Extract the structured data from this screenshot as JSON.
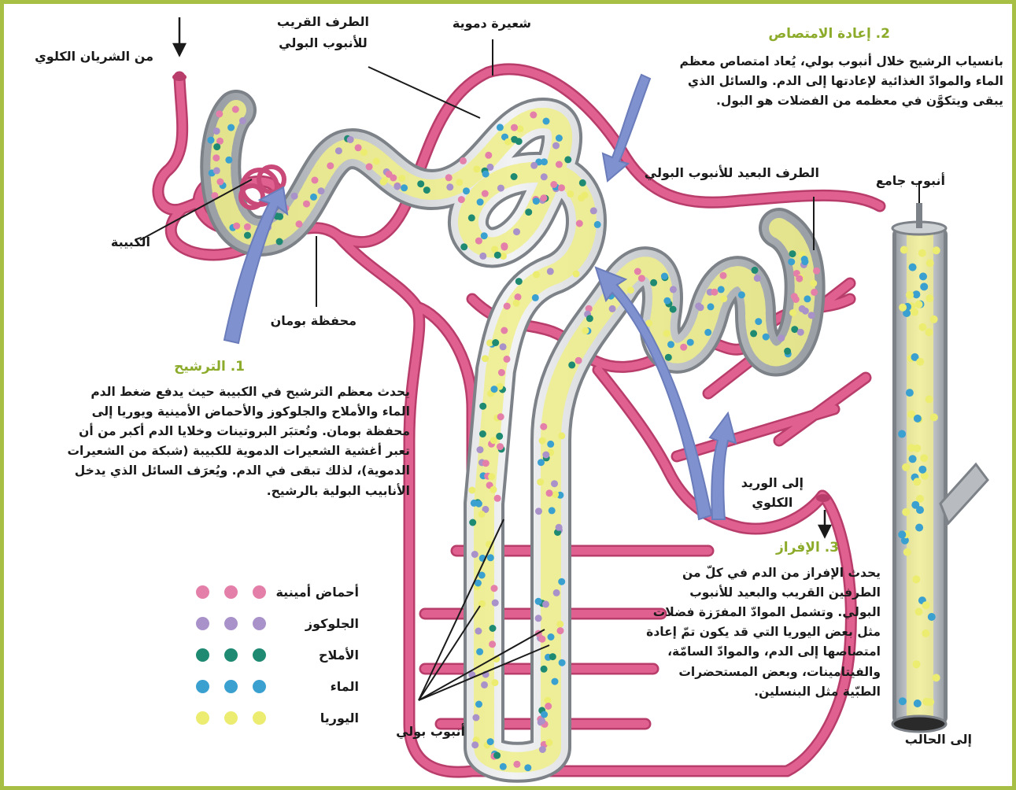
{
  "labels": {
    "renal_artery": "من الشريان الكلوي",
    "proximal_tubule_line1": "الطرف القريب",
    "proximal_tubule_line2": "للأنبوب البولي",
    "capillary": "شعيرة دموية",
    "glomerulus": "الكبيبة",
    "bowman": "محفظة بومان",
    "distal_tubule": "الطرف البعيد للأنبوب البولي",
    "collecting_duct": "أنبوب جامع",
    "renal_vein_line1": "إلى الوريد",
    "renal_vein_line2": "الكلوي",
    "ureter": "إلى الحالب",
    "nephron": "أنبوب بولي"
  },
  "filtration": {
    "heading": "1. الترشيح",
    "lines": [
      "يحدث معظم الترشيح في الكبيبة حيث يدفع ضغط الدم",
      "الماء والأملاح والجلوكوز والأحماض الأمينية ويوريا إلى",
      "محفظة بومان. وتُعتبَر البروتينات وخلايا الدم أكبر من أن",
      "تعبر أغشية الشعيرات الدموية للكبيبة (شبكة من الشعيرات",
      "الدموية)، لذلك تبقى في الدم. ويُعرَف السائل الذي يدخل",
      "الأنابيب البولية بالرشيح."
    ]
  },
  "reabsorption": {
    "heading": "2. إعادة الامتصاص",
    "lines": [
      "بانسياب الرشيح خلال أنبوب بولي، يُعاد امتصاص معظم",
      "الماء والموادّ الغذائية لإعادتها إلى الدم. والسائل الذي",
      "يبقى ويتكوَّن في معظمه من الفضلات هو البول."
    ]
  },
  "secretion": {
    "heading": "3. الإفراز",
    "lines": [
      "يحدث الإفراز من الدم في كلّ من",
      "الطرفين القريب والبعيد للأنبوب",
      "البولي. وتشمل الموادّ المفرَزة فضلات",
      "مثل بعض اليوريا التي قد يكون تمّ إعادة",
      "امتصاصها إلى الدم، والموادّ السامّة،",
      "والفيتامينات، وبعض المستحضرات",
      "الطبّية مثل البنسلين."
    ]
  },
  "legend": [
    {
      "name": "أحماض أمينية",
      "color": "#e37fa8"
    },
    {
      "name": "الجلوكوز",
      "color": "#a892c9"
    },
    {
      "name": "الأملاح",
      "color": "#1f8a72"
    },
    {
      "name": "الماء",
      "color": "#3aa0d0"
    },
    {
      "name": "اليوريا",
      "color": "#ecec70"
    }
  ],
  "colors": {
    "border": "#a8bf45",
    "heading": "#8cab2a",
    "vessel": "#e0608f",
    "arrow": "#7f92cf",
    "tubule": "#cfd2d5"
  }
}
